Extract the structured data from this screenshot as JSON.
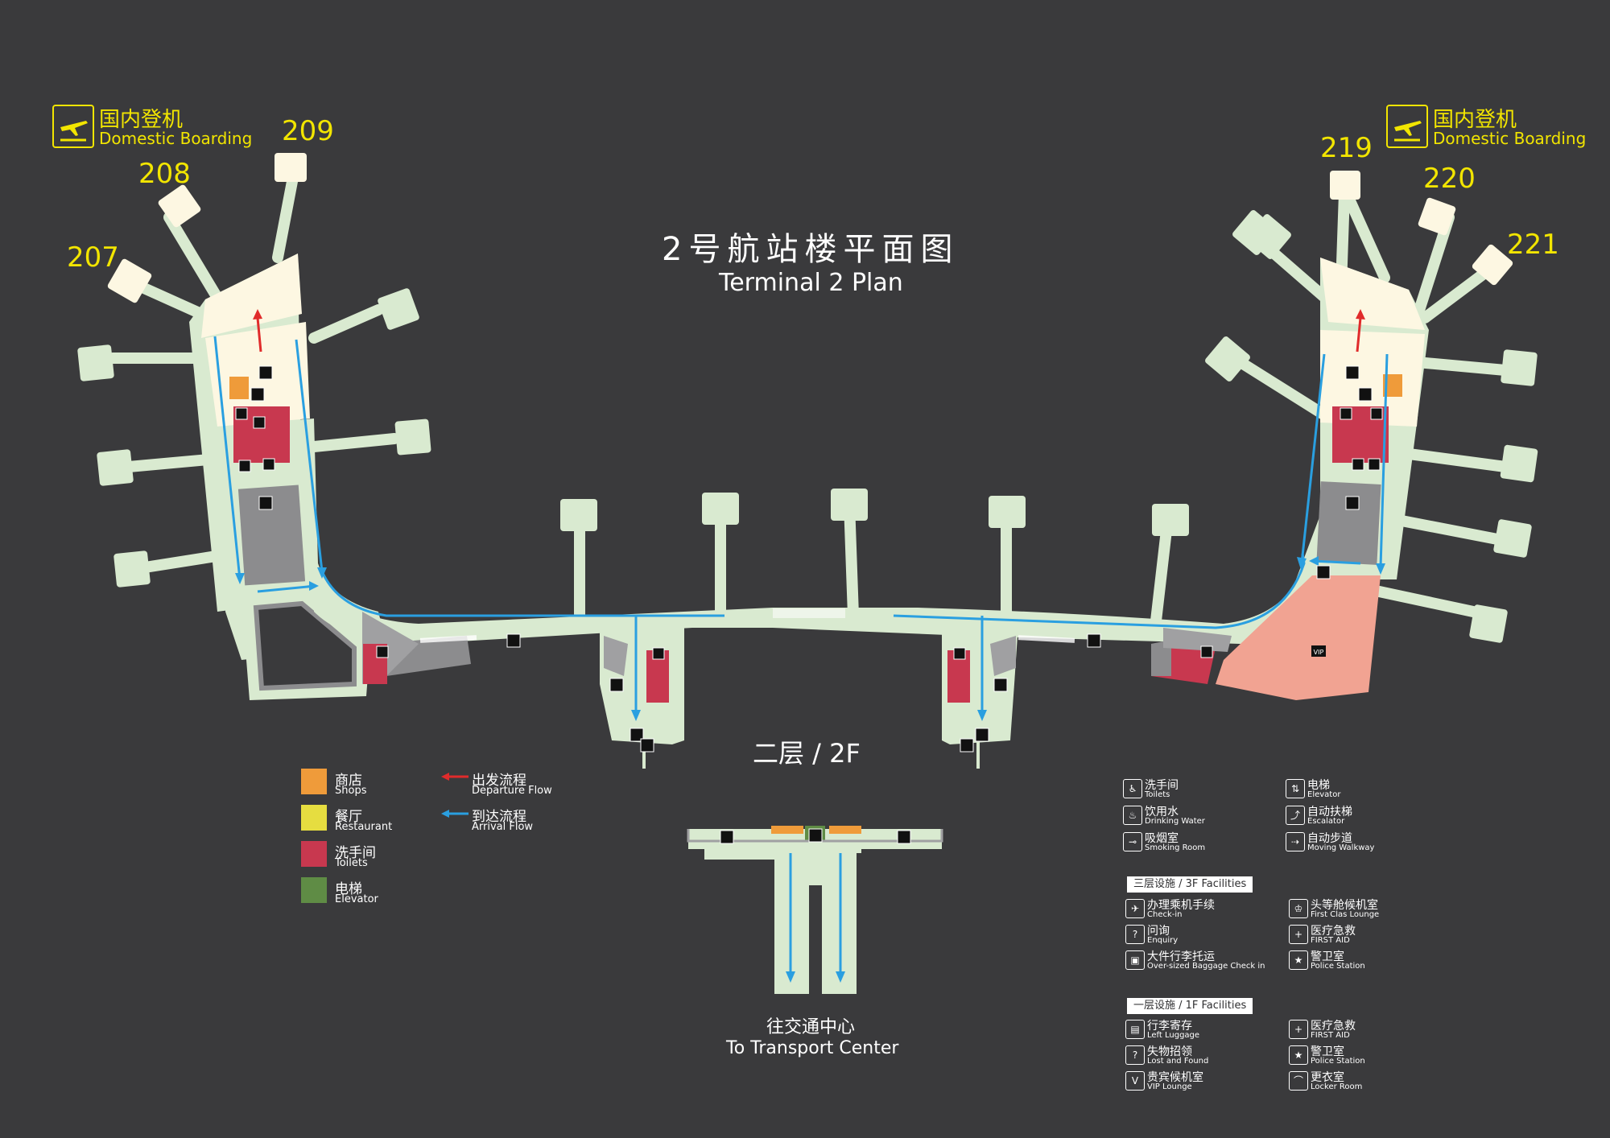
{
  "title": {
    "cn": "2号航站楼平面图",
    "en": "Terminal 2 Plan"
  },
  "floor_label": "二层 / 2F",
  "boarding_left": {
    "cn": "国内登机",
    "en": "Domestic Boarding"
  },
  "boarding_right": {
    "cn": "国内登机",
    "en": "Domestic Boarding"
  },
  "gates": [
    "207",
    "208",
    "209",
    "219",
    "220",
    "221"
  ],
  "transport": {
    "cn": "往交通中心",
    "en": "To Transport Center"
  },
  "map_labels": {
    "vip": "VIP"
  },
  "legend": [
    {
      "cn": "商店",
      "en": "Shops",
      "color": "#ef9b3a"
    },
    {
      "cn": "餐厅",
      "en": "Restaurant",
      "color": "#e6dd40"
    },
    {
      "cn": "洗手间",
      "en": "Toilets",
      "color": "#c8384f"
    },
    {
      "cn": "电梯",
      "en": "Elevator",
      "color": "#5f8c45"
    }
  ],
  "flows": [
    {
      "cn": "出发流程",
      "en": "Departure Flow",
      "color": "#e02b2b"
    },
    {
      "cn": "到达流程",
      "en": "Arrival Flow",
      "color": "#2a9fe0"
    }
  ],
  "facilities_2f": [
    {
      "cn": "洗手间",
      "en": "Toilets",
      "icon": "toilets-icon",
      "glyph": "♿"
    },
    {
      "cn": "电梯",
      "en": "Elevator",
      "icon": "elevator-icon",
      "glyph": "⇅"
    },
    {
      "cn": "饮用水",
      "en": "Drinking Water",
      "icon": "drinking-water-icon",
      "glyph": "♨"
    },
    {
      "cn": "自动扶梯",
      "en": "Escalator",
      "icon": "escalator-icon",
      "glyph": "⤴"
    },
    {
      "cn": "吸烟室",
      "en": "Smoking Room",
      "icon": "smoking-icon",
      "glyph": "⊸"
    },
    {
      "cn": "自动步道",
      "en": "Moving Walkway",
      "icon": "walkway-icon",
      "glyph": "⇢"
    }
  ],
  "facilities_3f_header": "三层设施 / 3F Facilities",
  "facilities_3f": [
    {
      "cn": "办理乘机手续",
      "en": "Check-in",
      "icon": "checkin-icon",
      "glyph": "✈"
    },
    {
      "cn": "头等舱候机室",
      "en": "First Clas Lounge",
      "icon": "lounge-icon",
      "glyph": "♔"
    },
    {
      "cn": "问询",
      "en": "Enquiry",
      "icon": "enquiry-icon",
      "glyph": "?"
    },
    {
      "cn": "医疗急救",
      "en": "FIRST AID",
      "icon": "first-aid-icon",
      "glyph": "+"
    },
    {
      "cn": "大件行李托运",
      "en": "Over-sized Baggage Check in",
      "icon": "baggage-icon",
      "glyph": "▣"
    },
    {
      "cn": "警卫室",
      "en": "Police Station",
      "icon": "police-icon",
      "glyph": "★"
    }
  ],
  "facilities_1f_header": "一层设施 / 1F Facilities",
  "facilities_1f": [
    {
      "cn": "行李寄存",
      "en": "Left Luggage",
      "icon": "left-luggage-icon",
      "glyph": "▤"
    },
    {
      "cn": "医疗急救",
      "en": "FIRST AID",
      "icon": "first-aid-icon",
      "glyph": "+"
    },
    {
      "cn": "失物招领",
      "en": "Lost and Found",
      "icon": "lost-found-icon",
      "glyph": "?"
    },
    {
      "cn": "警卫室",
      "en": "Police Station",
      "icon": "police-icon",
      "glyph": "★"
    },
    {
      "cn": "贵宾候机室",
      "en": "VIP Lounge",
      "icon": "vip-icon",
      "glyph": "V"
    },
    {
      "cn": "更衣室",
      "en": "Locker Room",
      "icon": "locker-room-icon",
      "glyph": "⌒"
    }
  ],
  "colors": {
    "background": "#3a3a3c",
    "corridor": "#d9ead0",
    "pier_head": "#fdf7e2",
    "gray_block": "#8c8c8e",
    "vip_area": "#f1a392",
    "toilet": "#c8384f",
    "shop": "#ef9b3a",
    "gate_label": "#f2e500"
  }
}
